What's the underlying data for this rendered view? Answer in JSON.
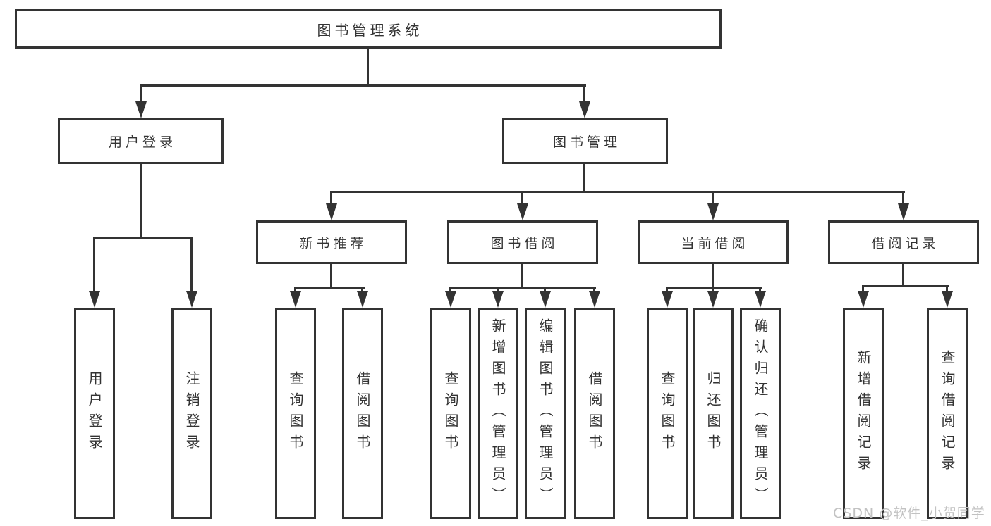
{
  "tree": {
    "root": "图书管理系统",
    "level2": [
      {
        "label": "用户登录",
        "leaves": [
          "用户登录",
          "注销登录"
        ]
      },
      {
        "label": "图书管理",
        "children": [
          {
            "label": "新书推荐",
            "leaves": [
              "查询图书",
              "借阅图书"
            ]
          },
          {
            "label": "图书借阅",
            "leaves": [
              "查询图书",
              "新增图书（管理员）",
              "编辑图书（管理员）",
              "借阅图书"
            ]
          },
          {
            "label": "当前借阅",
            "leaves": [
              "查询图书",
              "归还图书",
              "确认归还（管理员）"
            ]
          },
          {
            "label": "借阅记录",
            "leaves": [
              "新增借阅记录",
              "查询借阅记录"
            ]
          }
        ]
      }
    ]
  },
  "watermark": "CSDN @软件_小贺同学",
  "colors": {
    "line": "#333333",
    "background": "#ffffff",
    "watermark": "#c2c2c2"
  }
}
